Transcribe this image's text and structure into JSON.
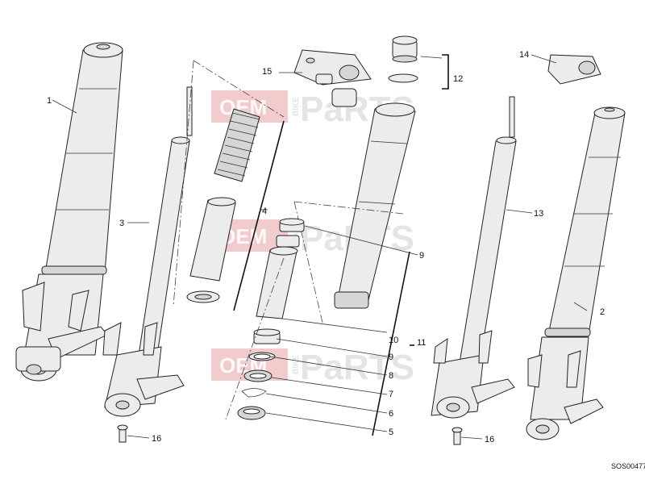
{
  "watermark": {
    "oem": "OEM",
    "bike": "BIKE",
    "parts": "PaRTS"
  },
  "callouts": {
    "c1": "1",
    "c2": "2",
    "c3": "3",
    "c4": "4",
    "c5": "5",
    "c6": "6",
    "c7": "7",
    "c8": "8",
    "c9a": "9",
    "c9b": "9",
    "c10": "10",
    "c11": "11",
    "c12": "12",
    "c13": "13",
    "c14": "14",
    "c15": "15",
    "c16a": "16",
    "c16b": "16"
  },
  "drawing_code": "SOS00477"
}
